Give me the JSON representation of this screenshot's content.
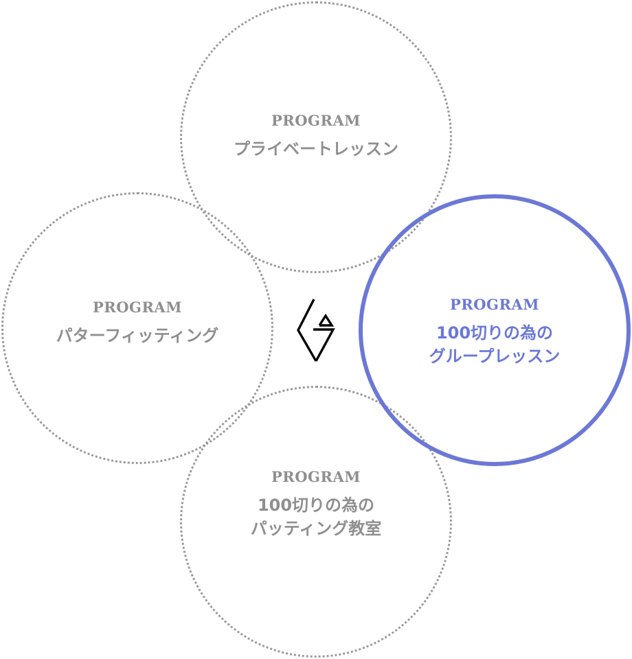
{
  "programs": [
    {
      "eyebrow": "PROGRAM",
      "title": "プライベートレッスン",
      "state": "default"
    },
    {
      "eyebrow": "PROGRAM",
      "title": "パターフィッティング",
      "state": "default"
    },
    {
      "eyebrow": "PROGRAM",
      "title": "100切りの為の\nグループレッスン",
      "state": "active"
    },
    {
      "eyebrow": "PROGRAM",
      "title": "100切りの為の\nパッティング教室",
      "state": "default"
    }
  ],
  "colors": {
    "accent": "#6b78d6",
    "muted_text": "#8f8f8f",
    "dotted_border": "#9a9a9a",
    "logo": "#000000"
  },
  "logo_icon": "brand-logo-icon"
}
